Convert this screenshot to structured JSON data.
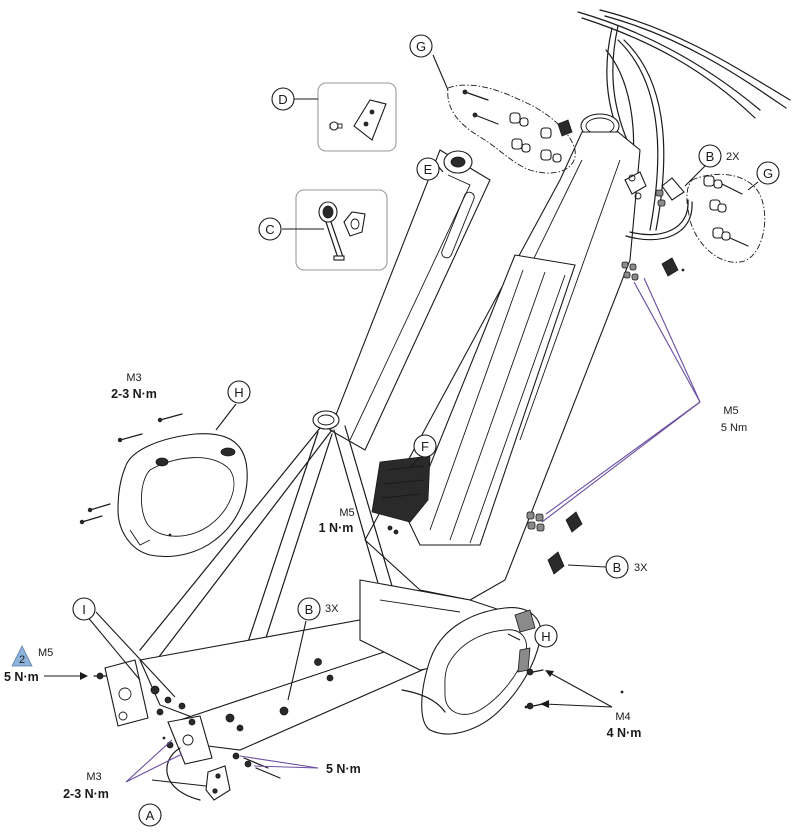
{
  "callouts": {
    "A": "A",
    "B_top": "B",
    "B_mid_right": "B",
    "B_center": "B",
    "C": "C",
    "D": "D",
    "E": "E",
    "F": "F",
    "G_top": "G",
    "G_right": "G",
    "H_left": "H",
    "H_right": "H",
    "I": "I"
  },
  "multipliers": {
    "b_top": "2X",
    "b_mid_right": "3X",
    "b_center": "3X"
  },
  "torque": {
    "m3_top_size": "M3",
    "m3_top_value": "2-3 N·m",
    "m5_right_size": "M5",
    "m5_right_value": "5 Nm",
    "m5_center_size": "M5",
    "m5_center_value": "1 N·m",
    "m5_left_badge_number": "2",
    "m5_left_size": "M5",
    "m5_left_value": "5 N·m",
    "bottom_value": "5 N·m",
    "m3_bottom_size": "M3",
    "m3_bottom_value": "2-3 N·m",
    "m4_size": "M4",
    "m4_value": "4 N·m"
  },
  "colors": {
    "leader_purple": "#6b4fa0",
    "badge_blue": "#8db3dc",
    "line": "#1a1a1a",
    "box_border": "#9a9a9a"
  }
}
